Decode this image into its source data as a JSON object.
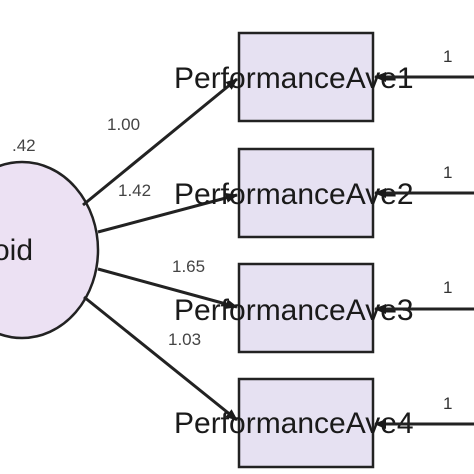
{
  "latent": {
    "label_visible": "oid",
    "variance": ".42"
  },
  "indicators": [
    {
      "label": "PerformanceAve1",
      "loading": "1.00",
      "error_weight": "1"
    },
    {
      "label": "PerformanceAve2",
      "loading": "1.42",
      "error_weight": "1"
    },
    {
      "label": "PerformanceAve3",
      "loading": "1.65",
      "error_weight": "1"
    },
    {
      "label": "PerformanceAve4",
      "loading": "1.03",
      "error_weight": "1"
    }
  ],
  "colors": {
    "box_fill": "#e6e1f2",
    "ellipse_fill": "#ece1f3",
    "stroke": "#222222",
    "coefficient_text": "#444444"
  }
}
